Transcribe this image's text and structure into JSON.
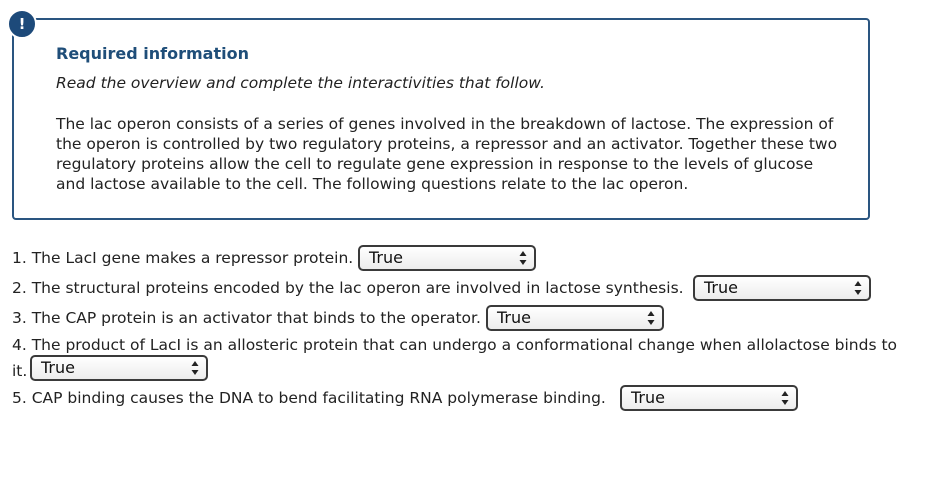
{
  "alert": {
    "icon": "exclamation-icon",
    "glyph": "!"
  },
  "info": {
    "title": "Required information",
    "subtitle": "Read the overview and complete the interactivities that follow.",
    "paragraph": "The lac operon consists of a series of genes involved in the breakdown of lactose. The expression of the operon is controlled by two regulatory proteins, a repressor and an activator. Together these two regulatory proteins allow the cell to regulate gene expression in response to the levels of glucose and lactose available to the cell. The following questions relate to the lac operon."
  },
  "questions": [
    {
      "text": "1. The LacI gene makes a repressor protein.",
      "selected": "True"
    },
    {
      "text": "2. The structural proteins encoded by the lac operon are involved in lactose synthesis.",
      "selected": "True"
    },
    {
      "text": "3. The CAP protein is an activator that binds to the operator.",
      "selected": "True"
    },
    {
      "text": "4. The product of LacI is an allosteric protein that can undergo a conformational change when allolactose binds to it.",
      "selected": "True"
    },
    {
      "text": "5. CAP binding causes the DNA to bend facilitating RNA polymerase binding.",
      "selected": "True"
    }
  ],
  "colors": {
    "box_border": "#2a5580",
    "title": "#1f4e79",
    "alert_bg": "#1d4a7a"
  }
}
